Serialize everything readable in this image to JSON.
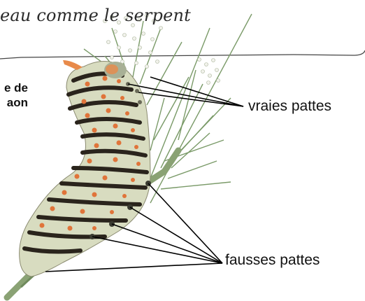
{
  "header": {
    "title": "eau comme le serpent"
  },
  "caption": {
    "line1": "e de",
    "line2": "aon"
  },
  "labels": {
    "true_legs": "vraies pattes",
    "false_legs": "fausses pattes"
  },
  "colors": {
    "header_rule": "#444444",
    "caterpillar_base": "#d8dcc0",
    "stripe_black": "#2a241c",
    "spot_orange": "#e0743a",
    "plant_green": "#7a9a68",
    "leader_lines": "#000000",
    "osmeterium": "#e88a4a"
  }
}
